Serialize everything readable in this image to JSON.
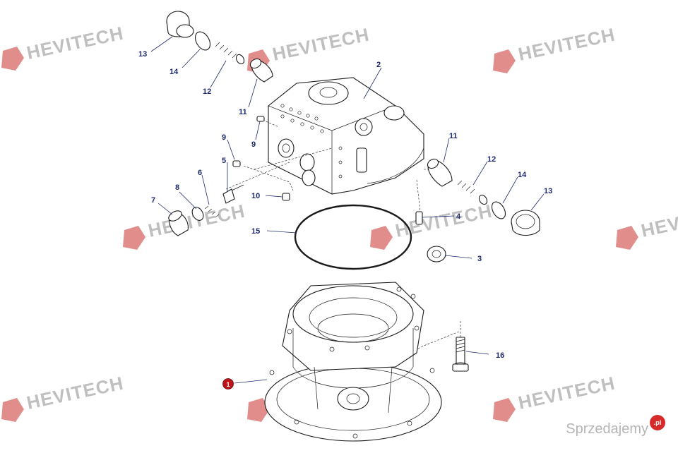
{
  "watermark": {
    "brand": "HEVITECH"
  },
  "site_badge": {
    "name": "Sprzedajemy",
    "tld": ".pl"
  },
  "colors": {
    "callout": "#1f2a6b",
    "highlight": "#c0141b",
    "watermark_logo": "#c9302c"
  },
  "callouts": {
    "c1": "1",
    "c2": "2",
    "c3": "3",
    "c4": "4",
    "c5": "5",
    "c6": "6",
    "c7": "7",
    "c8": "8",
    "c9a": "9",
    "c9b": "9",
    "c10": "10",
    "c11a": "11",
    "c11b": "11",
    "c12a": "12",
    "c12b": "12",
    "c13a": "13",
    "c13b": "13",
    "c14a": "14",
    "c14b": "14",
    "c15": "15",
    "c16": "16"
  }
}
